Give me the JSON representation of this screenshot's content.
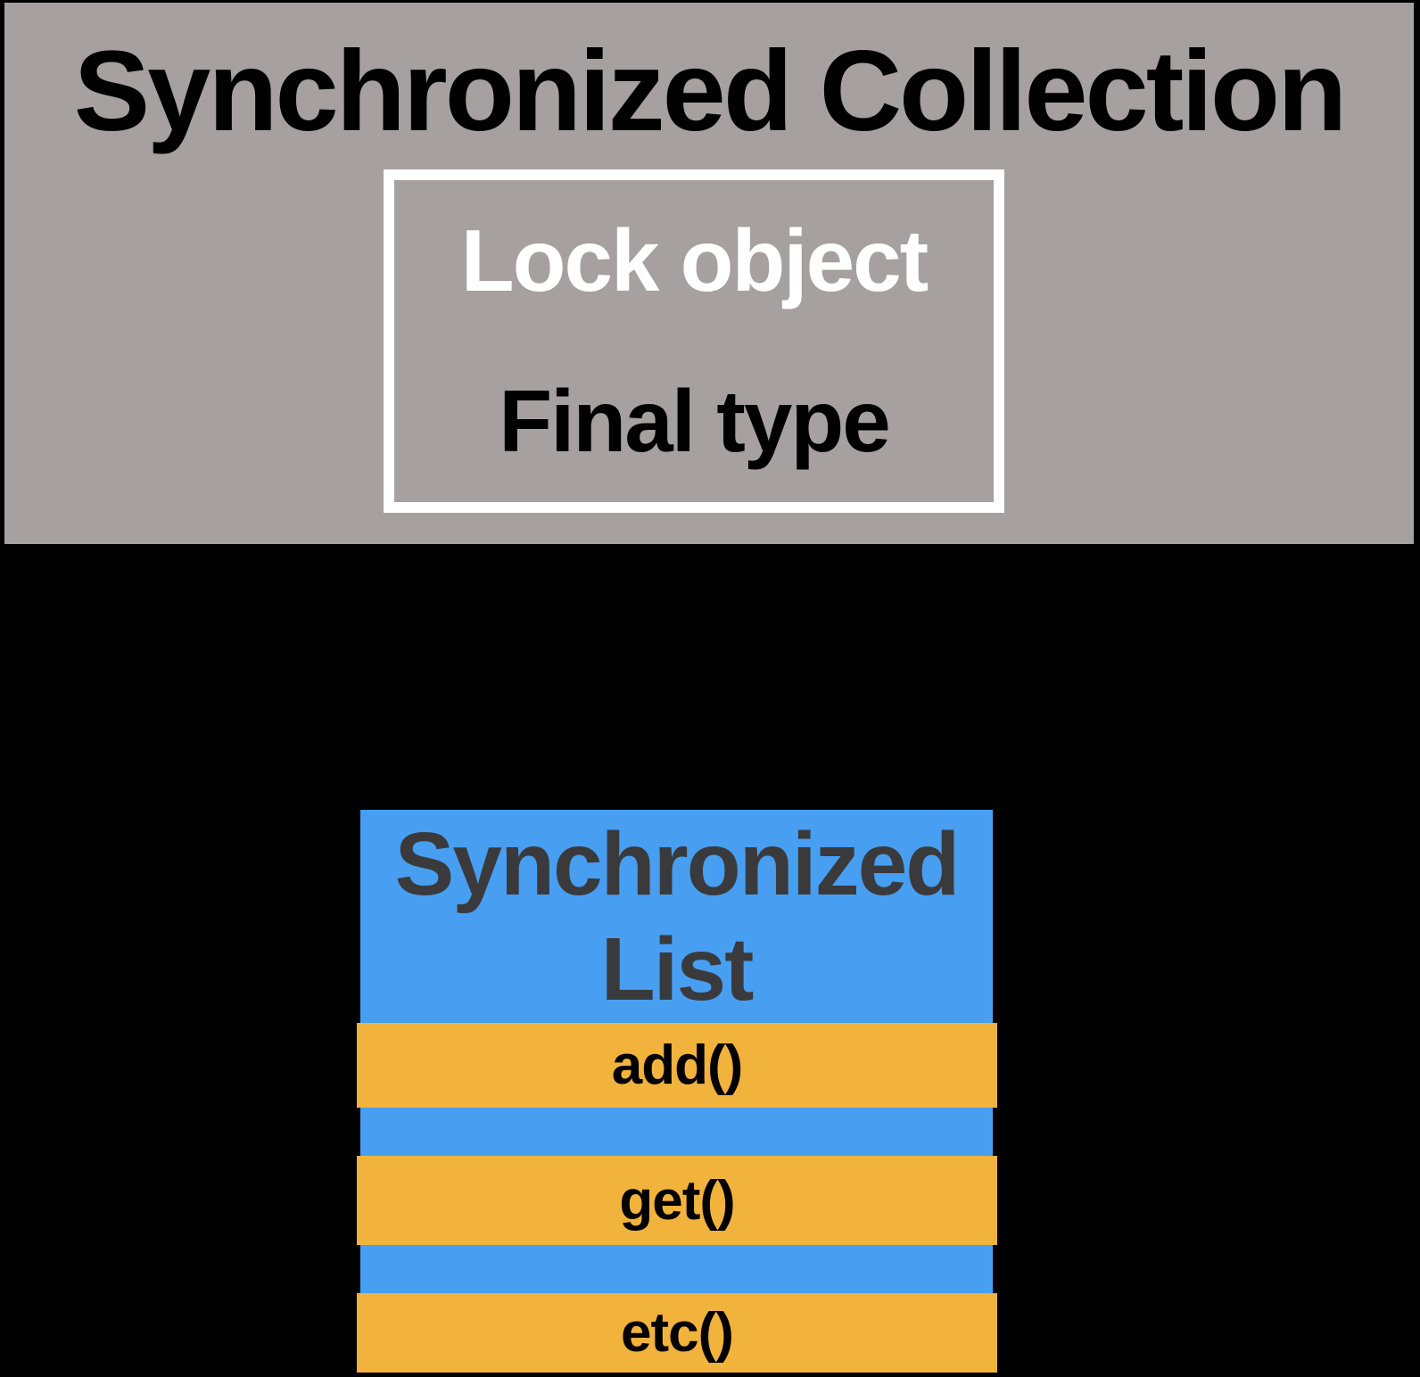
{
  "colors": {
    "background": "#000000",
    "panel_gray": "#a6a0a1",
    "title_text": "#000000",
    "lock_box_border": "#ffffff",
    "lock_object_text": "#ffffff",
    "final_type_text": "#000000",
    "list_blue": "#489ff1",
    "method_orange": "#f2b33d",
    "list_header_text": "#3a3a3c",
    "method_text": "#000000"
  },
  "collection": {
    "title": "Synchronized Collection",
    "lock_box": {
      "primary_label": "Lock object",
      "secondary_label": "Final type"
    }
  },
  "list": {
    "header": "Synchronized List",
    "methods": [
      "add()",
      "get()",
      "etc()"
    ]
  }
}
